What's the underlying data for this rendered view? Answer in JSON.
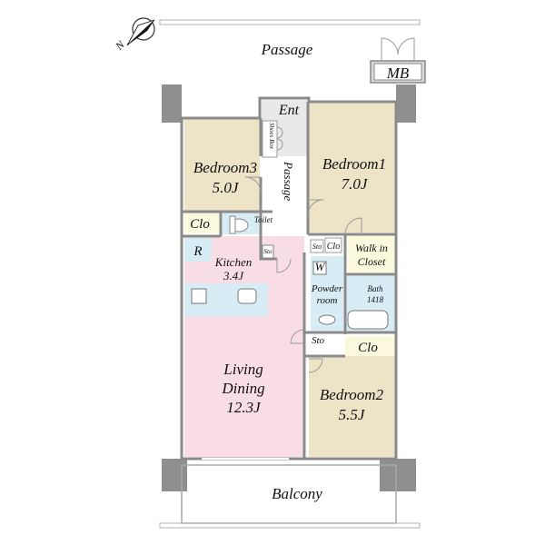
{
  "compass": {
    "letter": "N"
  },
  "labels": {
    "passage_top": "Passage",
    "mb": "MB",
    "ent": "Ent",
    "shoes_box": "Shoes Box",
    "passage_inner": "Passage",
    "bedroom3_name": "Bedroom3",
    "bedroom3_size": "5.0J",
    "bedroom1_name": "Bedroom1",
    "bedroom1_size": "7.0J",
    "clo_left": "Clo",
    "toilet": "Toilet",
    "sto_toilet": "Sto",
    "sto_small": "Sto",
    "clo_small": "Clo",
    "walk_in_1": "Walk in",
    "walk_in_2": "Closet",
    "refrigerator": "R",
    "kitchen_name": "Kitchen",
    "kitchen_size": "3.4J",
    "washer": "W",
    "powder_1": "Powder",
    "powder_2": "room",
    "bath_name": "Bath",
    "bath_size": "1418",
    "sto_mid": "Sto",
    "clo_mid": "Clo",
    "living_1": "Living",
    "living_2": "Dining",
    "living_size": "12.3J",
    "bedroom2_name": "Bedroom2",
    "bedroom2_size": "5.5J",
    "balcony": "Balcony"
  },
  "colors": {
    "bedroom_fill": "#ede3c7",
    "living_fill": "#f8dde4",
    "wet_fill": "#d7ecf4",
    "closet_fill": "#fbf9dd",
    "entry_fill": "#e9e9e9",
    "wall": "#8a8a8a"
  }
}
